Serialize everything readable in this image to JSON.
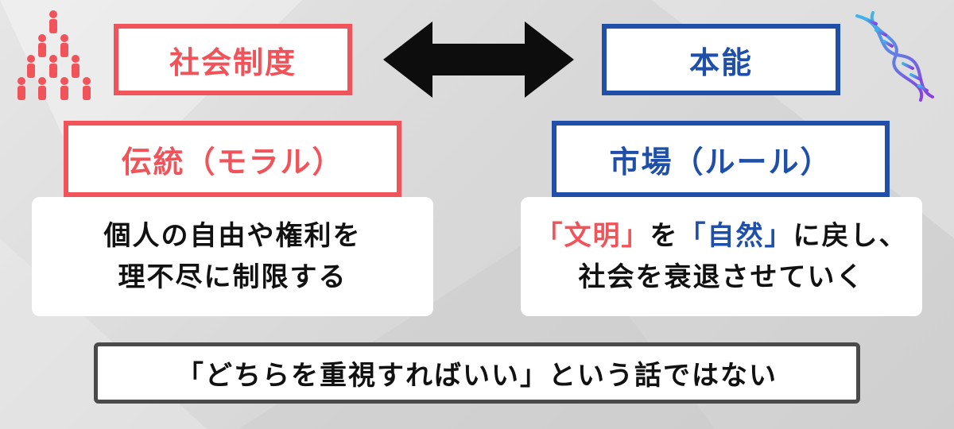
{
  "left": {
    "title": "社会制度",
    "subtitle": "伝統（モラル）",
    "desc_line1": "個人の自由や権利を",
    "desc_line2": "理不尽に制限する"
  },
  "right": {
    "title": "本能",
    "subtitle": "市場（ルール）",
    "desc_line1_a": "「文明」",
    "desc_line1_b": "を",
    "desc_line1_c": "「自然」",
    "desc_line1_d": "に戻し、",
    "desc_line2": "社会を衰退させていく"
  },
  "bottom_text": "「どちらを重視すればいい」という話ではない",
  "icons": {
    "left": "people-pyramid-icon",
    "center": "double-arrow-icon",
    "right": "dna-icon"
  },
  "colors": {
    "red": "#f0545a",
    "blue": "#1f4fa8",
    "dark": "#4a4a4a"
  }
}
